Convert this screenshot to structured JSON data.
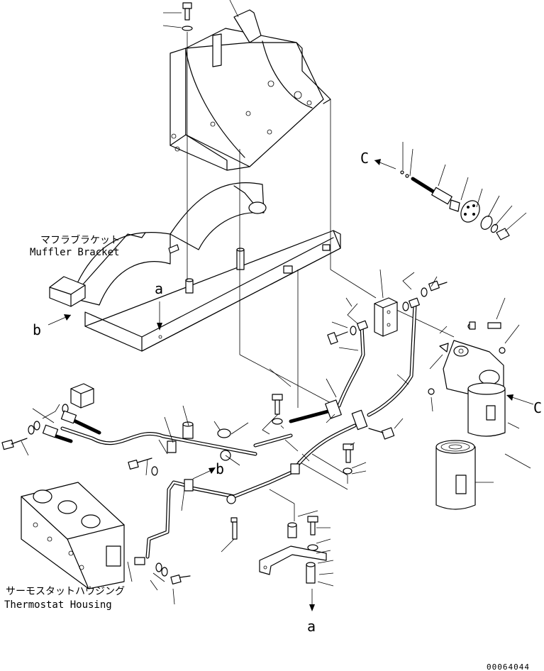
{
  "labels": {
    "muffler_bracket_jp": "マフラブラケット",
    "muffler_bracket_en": "Muffler Bracket",
    "thermostat_housing_jp": "サーモスタットハウジング",
    "thermostat_housing_en": "Thermostat Housing"
  },
  "refs": {
    "a": "a",
    "b": "b",
    "c": "C"
  },
  "drawing_code": "00064044"
}
